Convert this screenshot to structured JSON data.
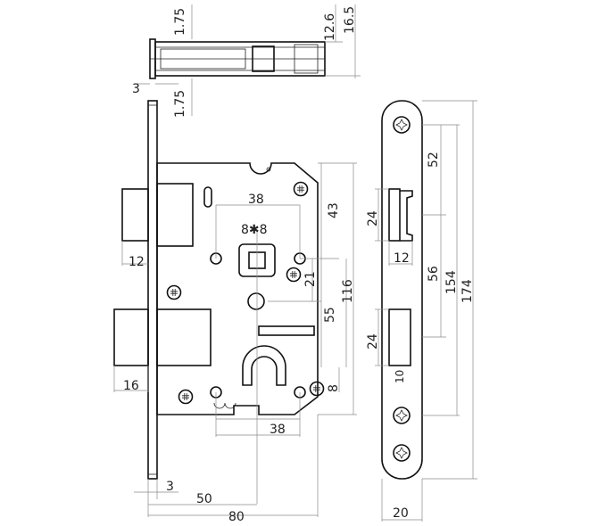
{
  "dimensions": {
    "top_175_a": "1.75",
    "top_126": "12.6",
    "top_165": "16.5",
    "top_3": "3",
    "top_175_b": "1.75",
    "d38_top": "38",
    "d8x8": "8✱8",
    "d43": "43",
    "d21": "21",
    "d55": "55",
    "d116": "116",
    "d8": "8",
    "d12_left": "12",
    "d16": "16",
    "d38_bottom": "38",
    "d3_bottom": "3",
    "d50": "50",
    "d80": "80",
    "d52": "52",
    "d24_a": "24",
    "d12_plate": "12",
    "d56": "56",
    "d154": "154",
    "d174": "174",
    "d24_b": "24",
    "d10": "10",
    "d20": "20"
  }
}
